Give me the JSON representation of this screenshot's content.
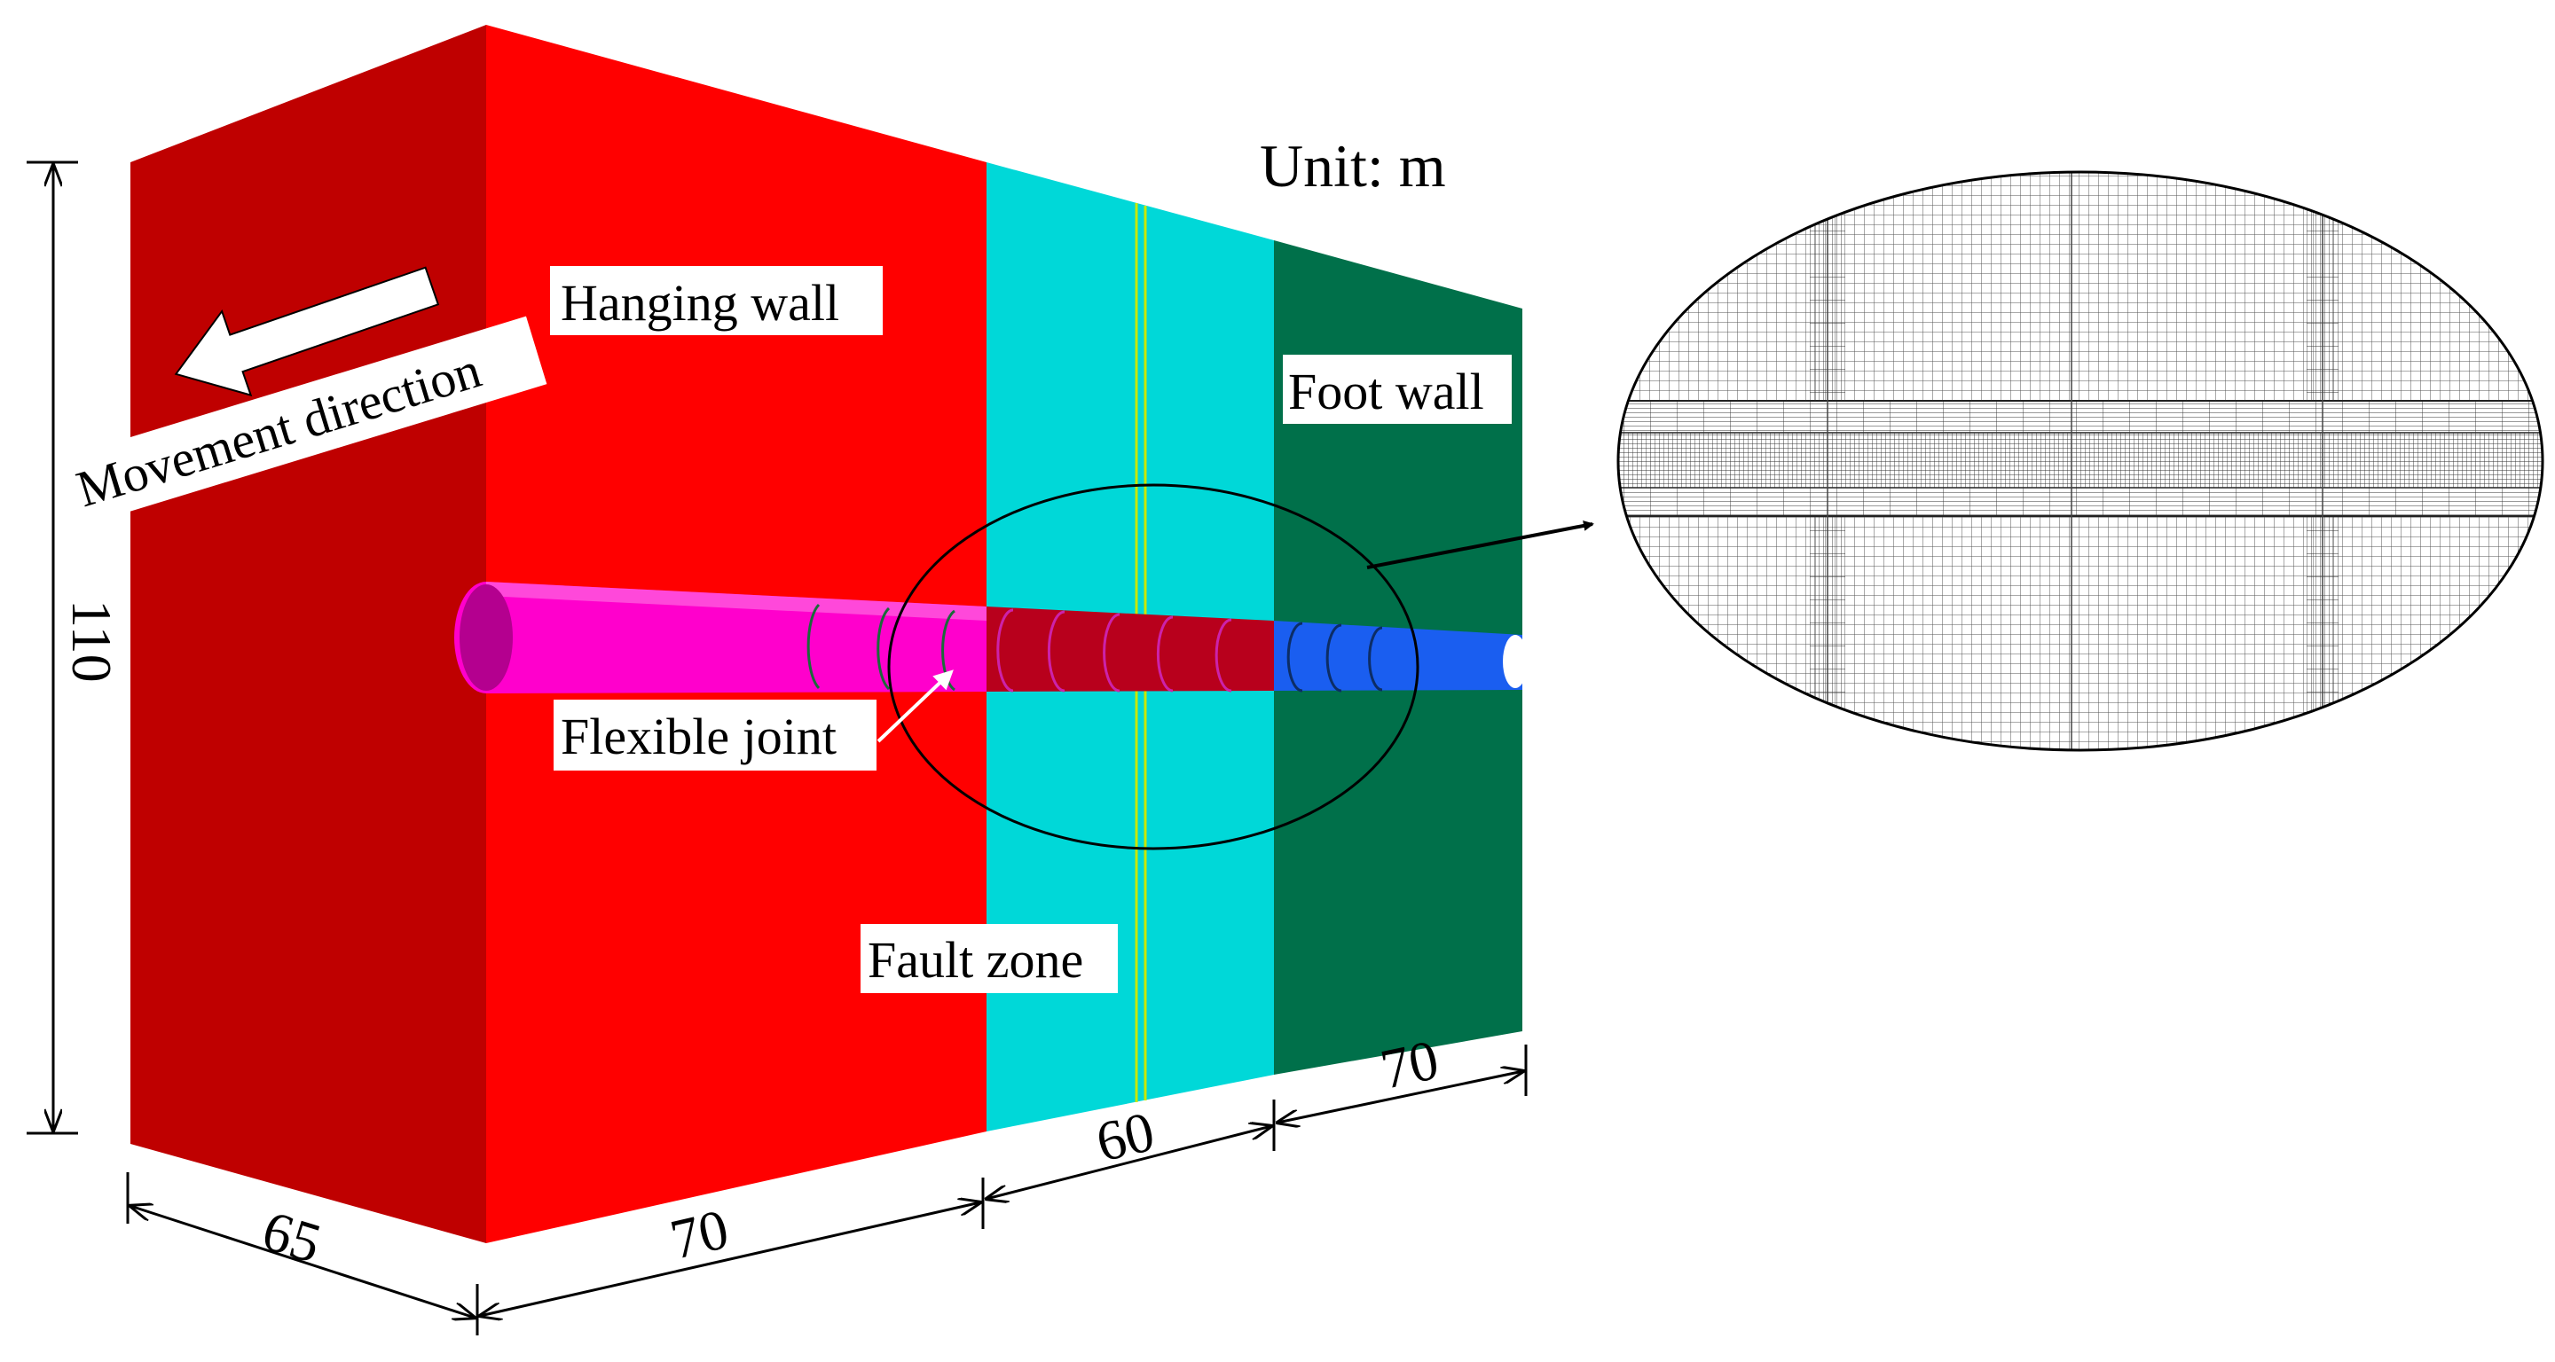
{
  "labels": {
    "unit": "Unit: m",
    "hanging_wall": "Hanging wall",
    "foot_wall": "Foot wall",
    "fault_zone": "Fault zone",
    "flexible_joint": "Flexible joint",
    "movement_direction": "Movement direction"
  },
  "dimensions": {
    "height": "110",
    "depth": "65",
    "hanging_wall_length": "70",
    "fault_zone_width": "60",
    "foot_wall_length": "70"
  },
  "colors": {
    "hanging_wall_front": "#ff0000",
    "hanging_wall_side": "#bf0000",
    "fault_zone": "#00d8d8",
    "foot_wall": "#00704a",
    "tunnel_hanging": "#ff00cc",
    "tunnel_fault": "#b8001c",
    "tunnel_foot": "#1a5ef0",
    "fault_plane_line": "#c8e800"
  },
  "icons": {
    "movement_arrow": "left-arrow-icon",
    "zoom_arrow": "right-arrow-icon"
  }
}
